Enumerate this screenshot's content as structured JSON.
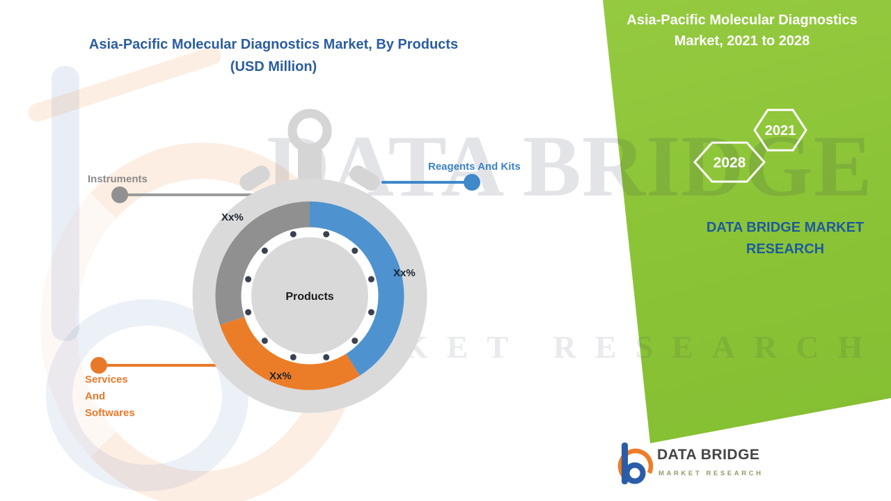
{
  "colors": {
    "green_panel": "#8cc437",
    "blue": "#4e93cf",
    "orange": "#ec7d28",
    "gray": "#909090",
    "title_blue": "#2a5d9e",
    "brand_blue": "#1e5b9c"
  },
  "left_title": {
    "line1": "Asia-Pacific Molecular Diagnostics Market, By Products",
    "line2": "(USD Million)"
  },
  "chart_data": {
    "type": "pie",
    "variant": "donut-stopwatch",
    "title": "Asia-Pacific Molecular Diagnostics Market, By Products (USD Million)",
    "center_label": "Products",
    "legend_position": "callouts",
    "segments": [
      {
        "label": "Reagents And Kits",
        "value_label": "Xx%",
        "share_pct_est": 41,
        "color": "#4e93cf"
      },
      {
        "label": "Services And Softwares",
        "value_label": "Xx%",
        "share_pct_est": 29,
        "color": "#ec7d28"
      },
      {
        "label": "Instruments",
        "value_label": "Xx%",
        "share_pct_est": 30,
        "color": "#909090"
      }
    ]
  },
  "callouts": {
    "instruments": {
      "label": "Instruments"
    },
    "reagents": {
      "label": "Reagents And Kits"
    },
    "services": {
      "line1": "Services",
      "line2": "And",
      "line3": "Softwares"
    }
  },
  "right_panel": {
    "title_line1": "Asia-Pacific Molecular Diagnostics",
    "title_line2": "Market, 2021 to 2028",
    "hex_years": {
      "start": "2028",
      "end": "2021"
    },
    "brand_line1": "DATA BRIDGE MARKET",
    "brand_line2": "RESEARCH"
  },
  "watermark": {
    "line1": "DATA BRIDGE",
    "line2": "MARKET RESEARCH"
  },
  "footer_logo": {
    "name": "DATA BRIDGE",
    "subtitle": "MARKET RESEARCH"
  }
}
